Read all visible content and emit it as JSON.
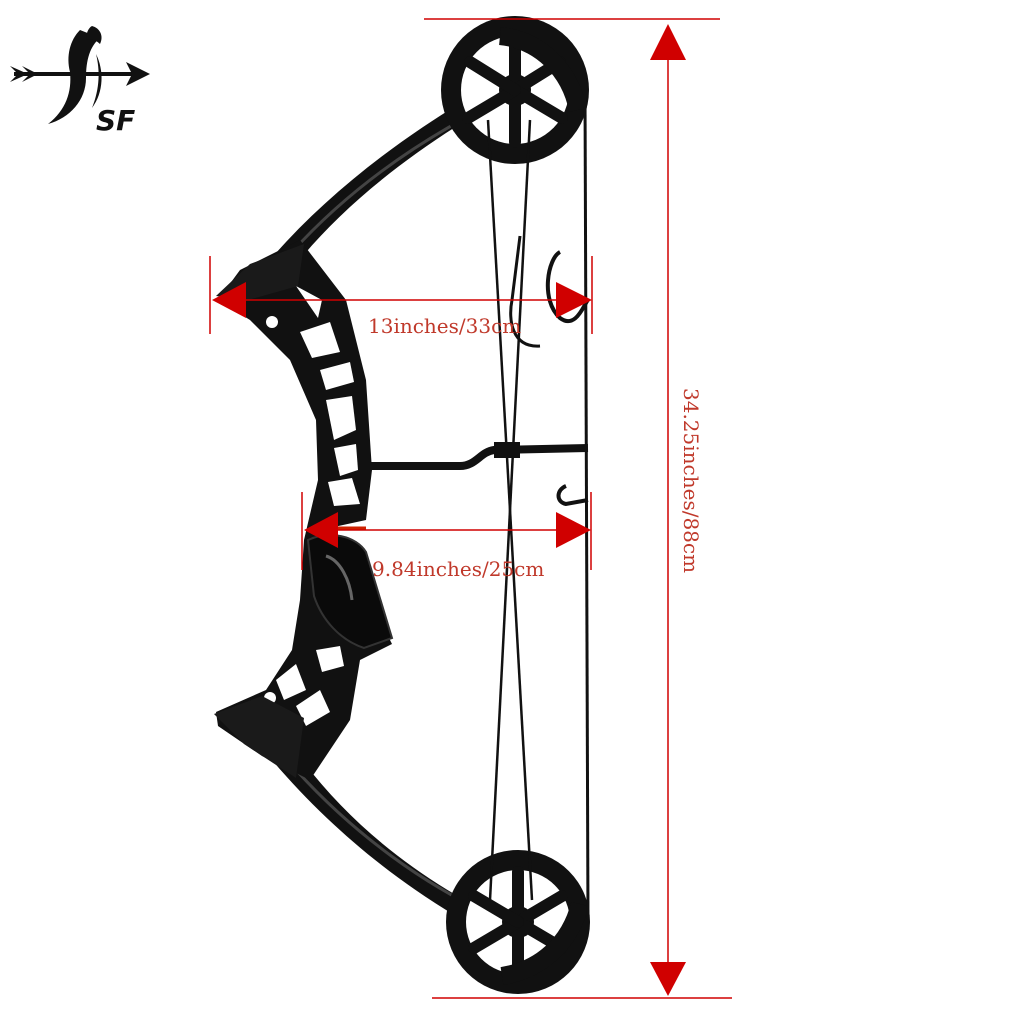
{
  "logo": {
    "text": "SF"
  },
  "dimensions": {
    "riser_width": "13inches/33cm",
    "brace_height": "9.84inches/25cm",
    "total_length": "34.25inches/88cm"
  },
  "colors": {
    "dimension_accent": "#d00000",
    "dimension_text": "#c0392b",
    "bow": "#111111",
    "background": "#ffffff"
  }
}
